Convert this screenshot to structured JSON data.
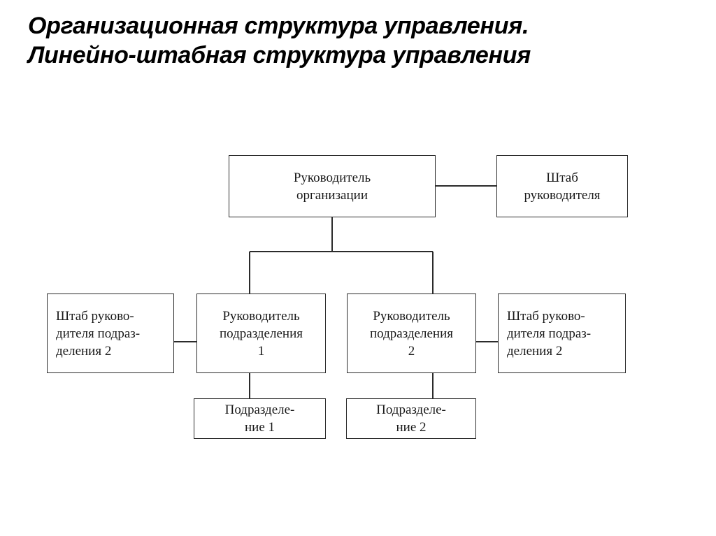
{
  "title": {
    "line1": "Организационная структура управления.",
    "line2": "Линейно-штабная структура управления"
  },
  "diagram": {
    "type": "organizational-chart",
    "name": "Линейно-штабная структура управления",
    "nodes": {
      "head": {
        "id": "head",
        "label": "Руководитель\nорганизации",
        "level": 1,
        "align": "center"
      },
      "head_staff": {
        "id": "head-staff",
        "label": "Штаб\nруководителя",
        "level": 1,
        "role": "staff",
        "align": "center"
      },
      "staff_1": {
        "id": "staff-1",
        "label": "Штаб руково-\nдителя подраз-\nделения 2",
        "level": 2,
        "role": "staff",
        "align": "left"
      },
      "manager_1": {
        "id": "manager-1",
        "label": "Руководитель\nподразделения\n1",
        "level": 2,
        "align": "center"
      },
      "manager_2": {
        "id": "manager-2",
        "label": "Руководитель\nподразделения\n2",
        "level": 2,
        "align": "center"
      },
      "staff_2": {
        "id": "staff-2",
        "label": "Штаб руково-\nдителя подраз-\nделения 2",
        "level": 2,
        "role": "staff",
        "align": "left"
      },
      "unit_1": {
        "id": "unit-1",
        "label": "Подразделе-\nние 1",
        "level": 3,
        "align": "center"
      },
      "unit_2": {
        "id": "unit-2",
        "label": "Подразделе-\nние 2",
        "level": 3,
        "align": "center"
      }
    },
    "edges": [
      {
        "from": "head",
        "to": "head_staff",
        "kind": "staff-link"
      },
      {
        "from": "head",
        "to": "manager_1",
        "kind": "line"
      },
      {
        "from": "head",
        "to": "manager_2",
        "kind": "line"
      },
      {
        "from": "staff_1",
        "to": "manager_1",
        "kind": "staff-link"
      },
      {
        "from": "manager_2",
        "to": "staff_2",
        "kind": "staff-link"
      },
      {
        "from": "manager_1",
        "to": "unit_1",
        "kind": "line"
      },
      {
        "from": "manager_2",
        "to": "unit_2",
        "kind": "line"
      }
    ],
    "style": {
      "line_color": "#2b2b2b",
      "box_border_color": "#2b2b2b",
      "box_fill": "#ffffff",
      "background": "#ffffff",
      "text_color": "#1a1a1a"
    }
  }
}
